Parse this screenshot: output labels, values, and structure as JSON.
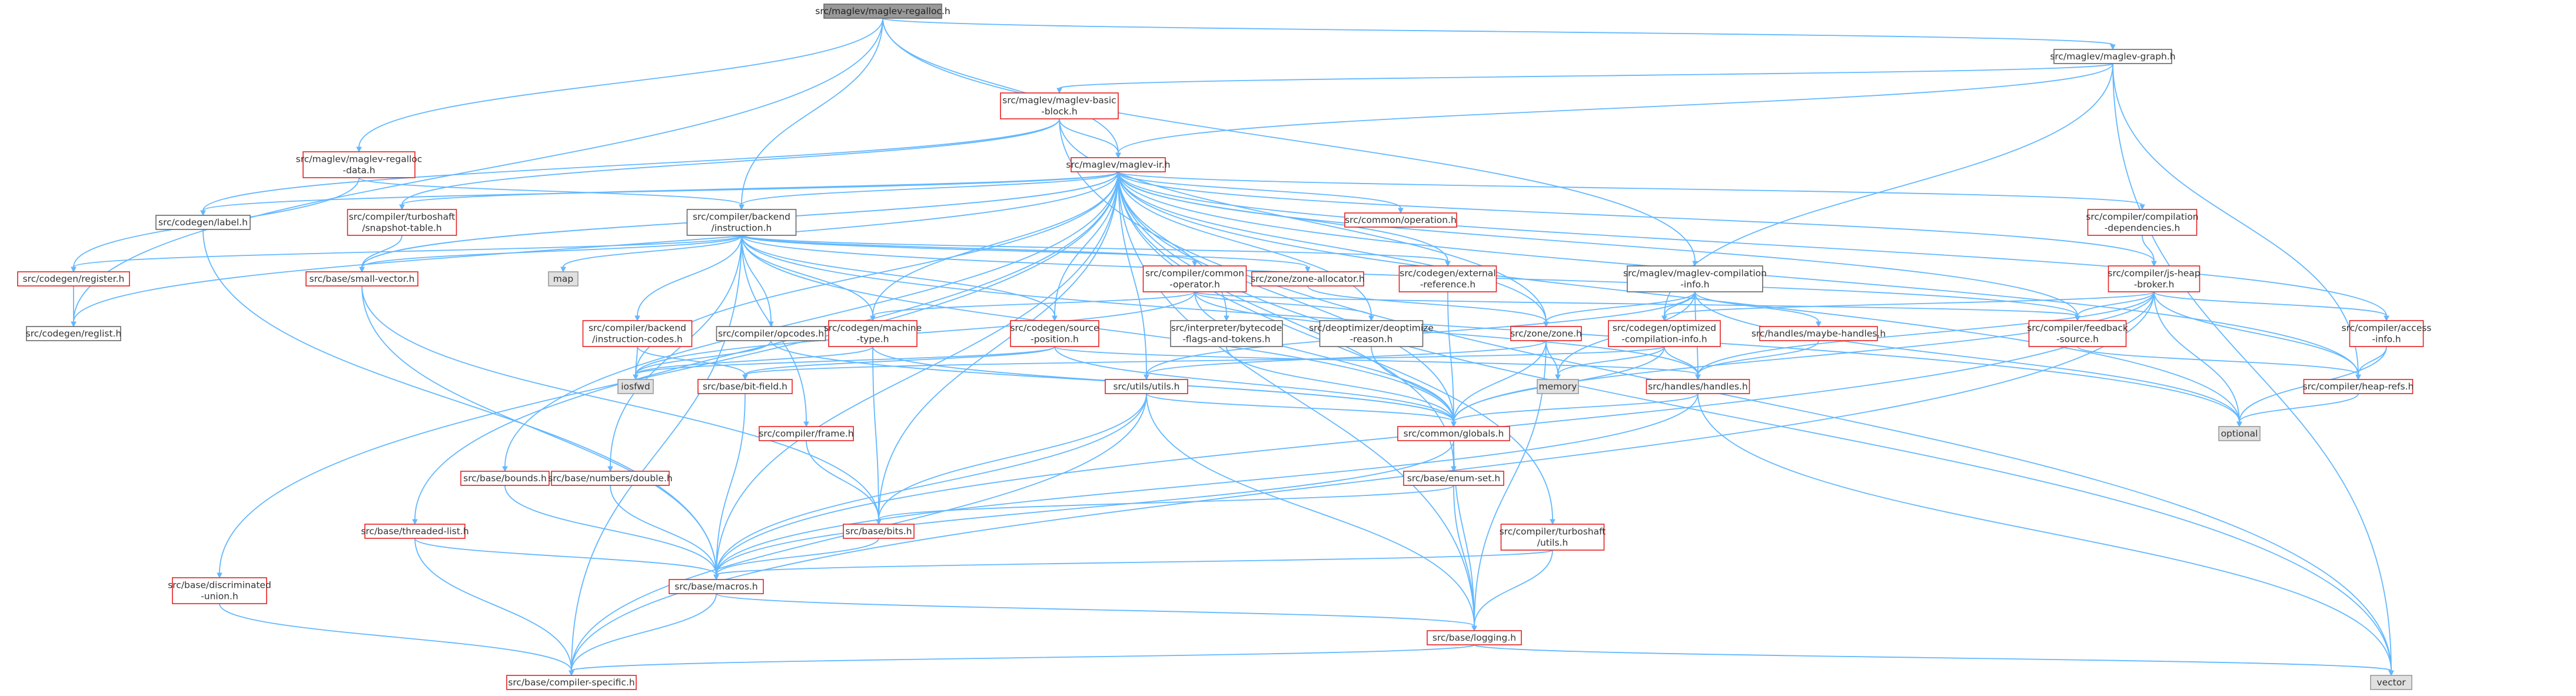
{
  "graph": {
    "colors": {
      "edge": "#63b8ff",
      "root_fill": "#999999",
      "red_border": "#e61f1f",
      "grey_border": "#666666",
      "std_fill": "#e0e0e0"
    },
    "nodes": [
      {
        "id": "root",
        "kind": "root",
        "lines": [
          "src/maglev/maglev-regalloc.h"
        ]
      },
      {
        "id": "graph",
        "kind": "grey",
        "lines": [
          "src/maglev/maglev-graph.h"
        ]
      },
      {
        "id": "basic_block",
        "kind": "red",
        "lines": [
          "src/maglev/maglev-basic",
          "-block.h"
        ]
      },
      {
        "id": "ir",
        "kind": "red",
        "lines": [
          "src/maglev/maglev-ir.h"
        ]
      },
      {
        "id": "regalloc_data",
        "kind": "red",
        "lines": [
          "src/maglev/maglev-regalloc",
          "-data.h"
        ]
      },
      {
        "id": "label",
        "kind": "grey",
        "lines": [
          "src/codegen/label.h"
        ]
      },
      {
        "id": "snapshot",
        "kind": "red",
        "lines": [
          "src/compiler/turboshaft",
          "/snapshot-table.h"
        ]
      },
      {
        "id": "instruction",
        "kind": "grey",
        "lines": [
          "src/compiler/backend",
          "/instruction.h"
        ]
      },
      {
        "id": "register",
        "kind": "red",
        "lines": [
          "src/codegen/register.h"
        ]
      },
      {
        "id": "reglist",
        "kind": "grey",
        "lines": [
          "src/codegen/reglist.h"
        ]
      },
      {
        "id": "small_vector",
        "kind": "red",
        "lines": [
          "src/base/small-vector.h"
        ]
      },
      {
        "id": "map",
        "kind": "std",
        "lines": [
          "map"
        ]
      },
      {
        "id": "instr_codes",
        "kind": "red",
        "lines": [
          "src/compiler/backend",
          "/instruction-codes.h"
        ]
      },
      {
        "id": "opcodes",
        "kind": "grey",
        "lines": [
          "src/compiler/opcodes.h"
        ]
      },
      {
        "id": "common_op",
        "kind": "red",
        "lines": [
          "src/compiler/common",
          "-operator.h"
        ]
      },
      {
        "id": "zone_alloc",
        "kind": "red",
        "lines": [
          "src/zone/zone-allocator.h"
        ]
      },
      {
        "id": "ext_ref",
        "kind": "red",
        "lines": [
          "src/codegen/external",
          "-reference.h"
        ]
      },
      {
        "id": "common_operation",
        "kind": "red",
        "lines": [
          "src/common/operation.h"
        ]
      },
      {
        "id": "comp_info",
        "kind": "grey",
        "lines": [
          "src/maglev/maglev-compilation",
          "-info.h"
        ]
      },
      {
        "id": "comp_deps",
        "kind": "red",
        "lines": [
          "src/compiler/compilation",
          "-dependencies.h"
        ]
      },
      {
        "id": "heap_broker",
        "kind": "red",
        "lines": [
          "src/compiler/js-heap",
          "-broker.h"
        ]
      },
      {
        "id": "machine_type",
        "kind": "red",
        "lines": [
          "src/codegen/machine",
          "-type.h"
        ]
      },
      {
        "id": "source_pos",
        "kind": "red",
        "lines": [
          "src/codegen/source",
          "-position.h"
        ]
      },
      {
        "id": "bytecode_flags",
        "kind": "grey",
        "lines": [
          "src/interpreter/bytecode",
          "-flags-and-tokens.h"
        ]
      },
      {
        "id": "deopt_reason",
        "kind": "grey",
        "lines": [
          "src/deoptimizer/deoptimize",
          "-reason.h"
        ]
      },
      {
        "id": "zone",
        "kind": "red",
        "lines": [
          "src/zone/zone.h"
        ]
      },
      {
        "id": "opt_comp_info",
        "kind": "red",
        "lines": [
          "src/codegen/optimized",
          "-compilation-info.h"
        ]
      },
      {
        "id": "maybe_handles",
        "kind": "red",
        "lines": [
          "src/handles/maybe-handles.h"
        ]
      },
      {
        "id": "feedback_source",
        "kind": "red",
        "lines": [
          "src/compiler/feedback",
          "-source.h"
        ]
      },
      {
        "id": "access_info",
        "kind": "red",
        "lines": [
          "src/compiler/access",
          "-info.h"
        ]
      },
      {
        "id": "iosfwd",
        "kind": "std",
        "lines": [
          "iosfwd"
        ]
      },
      {
        "id": "bit_field",
        "kind": "red",
        "lines": [
          "src/base/bit-field.h"
        ]
      },
      {
        "id": "utils",
        "kind": "red",
        "lines": [
          "src/utils/utils.h"
        ]
      },
      {
        "id": "memory",
        "kind": "std",
        "lines": [
          "memory"
        ]
      },
      {
        "id": "handles",
        "kind": "red",
        "lines": [
          "src/handles/handles.h"
        ]
      },
      {
        "id": "heap_refs",
        "kind": "red",
        "lines": [
          "src/compiler/heap-refs.h"
        ]
      },
      {
        "id": "frame",
        "kind": "red",
        "lines": [
          "src/compiler/frame.h"
        ]
      },
      {
        "id": "globals",
        "kind": "red",
        "lines": [
          "src/common/globals.h"
        ]
      },
      {
        "id": "optional",
        "kind": "std",
        "lines": [
          "optional"
        ]
      },
      {
        "id": "bounds",
        "kind": "red",
        "lines": [
          "src/base/bounds.h"
        ]
      },
      {
        "id": "double",
        "kind": "red",
        "lines": [
          "src/base/numbers/double.h"
        ]
      },
      {
        "id": "enum_set",
        "kind": "red",
        "lines": [
          "src/base/enum-set.h"
        ]
      },
      {
        "id": "threaded_list",
        "kind": "red",
        "lines": [
          "src/base/threaded-list.h"
        ]
      },
      {
        "id": "bits",
        "kind": "red",
        "lines": [
          "src/base/bits.h"
        ]
      },
      {
        "id": "ts_utils",
        "kind": "red",
        "lines": [
          "src/compiler/turboshaft",
          "/utils.h"
        ]
      },
      {
        "id": "discriminated",
        "kind": "red",
        "lines": [
          "src/base/discriminated",
          "-union.h"
        ]
      },
      {
        "id": "macros",
        "kind": "red",
        "lines": [
          "src/base/macros.h"
        ]
      },
      {
        "id": "logging",
        "kind": "red",
        "lines": [
          "src/base/logging.h"
        ]
      },
      {
        "id": "vector",
        "kind": "std",
        "lines": [
          "vector"
        ]
      },
      {
        "id": "compiler_specific",
        "kind": "red",
        "lines": [
          "src/base/compiler-specific.h"
        ]
      }
    ],
    "edges": [
      [
        "root",
        "graph"
      ],
      [
        "root",
        "ir"
      ],
      [
        "root",
        "regalloc_data"
      ],
      [
        "root",
        "instruction"
      ],
      [
        "root",
        "reglist"
      ],
      [
        "root",
        "comp_info"
      ],
      [
        "graph",
        "basic_block"
      ],
      [
        "graph",
        "ir"
      ],
      [
        "graph",
        "heap_refs"
      ],
      [
        "graph",
        "opt_comp_info"
      ],
      [
        "graph",
        "vector"
      ],
      [
        "basic_block",
        "ir"
      ],
      [
        "basic_block",
        "label"
      ],
      [
        "basic_block",
        "snapshot"
      ],
      [
        "basic_block",
        "zone"
      ],
      [
        "basic_block",
        "vector"
      ],
      [
        "regalloc_data",
        "register"
      ],
      [
        "regalloc_data",
        "instruction"
      ],
      [
        "ir",
        "label"
      ],
      [
        "ir",
        "reglist"
      ],
      [
        "ir",
        "snapshot"
      ],
      [
        "ir",
        "instruction"
      ],
      [
        "ir",
        "small_vector"
      ],
      [
        "ir",
        "common_operation"
      ],
      [
        "ir",
        "comp_deps"
      ],
      [
        "ir",
        "heap_broker"
      ],
      [
        "ir",
        "machine_type"
      ],
      [
        "ir",
        "source_pos"
      ],
      [
        "ir",
        "bytecode_flags"
      ],
      [
        "ir",
        "deopt_reason"
      ],
      [
        "ir",
        "zone"
      ],
      [
        "ir",
        "feedback_source"
      ],
      [
        "ir",
        "access_info"
      ],
      [
        "ir",
        "heap_refs"
      ],
      [
        "ir",
        "ext_ref"
      ],
      [
        "ir",
        "bits"
      ],
      [
        "ir",
        "bounds"
      ],
      [
        "ir",
        "threaded_list"
      ],
      [
        "ir",
        "discriminated"
      ],
      [
        "ir",
        "enum_set"
      ],
      [
        "ir",
        "globals"
      ],
      [
        "ir",
        "utils"
      ],
      [
        "ir",
        "optional"
      ],
      [
        "ir",
        "macros"
      ],
      [
        "ir",
        "ts_utils"
      ],
      [
        "ir",
        "logging"
      ],
      [
        "ir",
        "iosfwd"
      ],
      [
        "ir",
        "vector"
      ],
      [
        "ir",
        "small_vector"
      ],
      [
        "label",
        "macros"
      ],
      [
        "snapshot",
        "small_vector"
      ],
      [
        "register",
        "reglist"
      ],
      [
        "instruction",
        "register"
      ],
      [
        "instruction",
        "map"
      ],
      [
        "instruction",
        "instr_codes"
      ],
      [
        "instruction",
        "opcodes"
      ],
      [
        "instruction",
        "common_op"
      ],
      [
        "instruction",
        "zone_alloc"
      ],
      [
        "instruction",
        "ext_ref"
      ],
      [
        "instruction",
        "machine_type"
      ],
      [
        "instruction",
        "source_pos"
      ],
      [
        "instruction",
        "frame"
      ],
      [
        "instruction",
        "globals"
      ],
      [
        "instruction",
        "double"
      ],
      [
        "instruction",
        "compiler_specific"
      ],
      [
        "instruction",
        "feedback_source"
      ],
      [
        "instruction",
        "optional"
      ],
      [
        "instruction",
        "small_vector"
      ],
      [
        "small_vector",
        "macros"
      ],
      [
        "small_vector",
        "bits"
      ],
      [
        "instr_codes",
        "bit_field"
      ],
      [
        "instr_codes",
        "iosfwd"
      ],
      [
        "opcodes",
        "iosfwd"
      ],
      [
        "opcodes",
        "globals"
      ],
      [
        "common_op",
        "machine_type"
      ],
      [
        "common_op",
        "feedback_source"
      ],
      [
        "common_op",
        "globals"
      ],
      [
        "common_op",
        "deopt_reason"
      ],
      [
        "common_op",
        "handles"
      ],
      [
        "common_op",
        "iosfwd"
      ],
      [
        "zone_alloc",
        "zone"
      ],
      [
        "ext_ref",
        "globals"
      ],
      [
        "comp_info",
        "zone"
      ],
      [
        "comp_info",
        "utils"
      ],
      [
        "comp_info",
        "maybe_handles"
      ],
      [
        "comp_info",
        "handles"
      ],
      [
        "comp_info",
        "memory"
      ],
      [
        "comp_info",
        "optional"
      ],
      [
        "comp_info",
        "opt_comp_info"
      ],
      [
        "comp_deps",
        "heap_broker"
      ],
      [
        "heap_broker",
        "feedback_source"
      ],
      [
        "heap_broker",
        "access_info"
      ],
      [
        "heap_broker",
        "heap_refs"
      ],
      [
        "heap_broker",
        "handles"
      ],
      [
        "heap_broker",
        "globals"
      ],
      [
        "heap_broker",
        "optional"
      ],
      [
        "heap_broker",
        "macros"
      ],
      [
        "heap_broker",
        "compiler_specific"
      ],
      [
        "heap_broker",
        "opt_comp_info"
      ],
      [
        "machine_type",
        "bits"
      ],
      [
        "machine_type",
        "globals"
      ],
      [
        "machine_type",
        "iosfwd"
      ],
      [
        "source_pos",
        "handles"
      ],
      [
        "source_pos",
        "globals"
      ],
      [
        "source_pos",
        "bit_field"
      ],
      [
        "source_pos",
        "iosfwd"
      ],
      [
        "bytecode_flags",
        "globals"
      ],
      [
        "deopt_reason",
        "globals"
      ],
      [
        "zone",
        "memory"
      ],
      [
        "zone",
        "globals"
      ],
      [
        "zone",
        "logging"
      ],
      [
        "zone",
        "utils"
      ],
      [
        "opt_comp_info",
        "handles"
      ],
      [
        "opt_comp_info",
        "globals"
      ],
      [
        "opt_comp_info",
        "memory"
      ],
      [
        "opt_comp_info",
        "bit_field"
      ],
      [
        "maybe_handles",
        "handles"
      ],
      [
        "feedback_source",
        "heap_refs"
      ],
      [
        "access_info",
        "heap_refs"
      ],
      [
        "access_info",
        "optional"
      ],
      [
        "bit_field",
        "macros"
      ],
      [
        "utils",
        "bits"
      ],
      [
        "utils",
        "globals"
      ],
      [
        "utils",
        "logging"
      ],
      [
        "utils",
        "macros"
      ],
      [
        "utils",
        "compiler_specific"
      ],
      [
        "handles",
        "globals"
      ],
      [
        "handles",
        "macros"
      ],
      [
        "handles",
        "vector"
      ],
      [
        "heap_refs",
        "optional"
      ],
      [
        "frame",
        "bits"
      ],
      [
        "globals",
        "enum_set"
      ],
      [
        "globals",
        "logging"
      ],
      [
        "globals",
        "macros"
      ],
      [
        "bounds",
        "macros"
      ],
      [
        "double",
        "macros"
      ],
      [
        "enum_set",
        "bits"
      ],
      [
        "enum_set",
        "logging"
      ],
      [
        "threaded_list",
        "macros"
      ],
      [
        "threaded_list",
        "compiler_specific"
      ],
      [
        "bits",
        "macros"
      ],
      [
        "ts_utils",
        "macros"
      ],
      [
        "ts_utils",
        "logging"
      ],
      [
        "discriminated",
        "compiler_specific"
      ],
      [
        "macros",
        "logging"
      ],
      [
        "macros",
        "compiler_specific"
      ],
      [
        "logging",
        "compiler_specific"
      ],
      [
        "logging",
        "vector"
      ]
    ]
  }
}
